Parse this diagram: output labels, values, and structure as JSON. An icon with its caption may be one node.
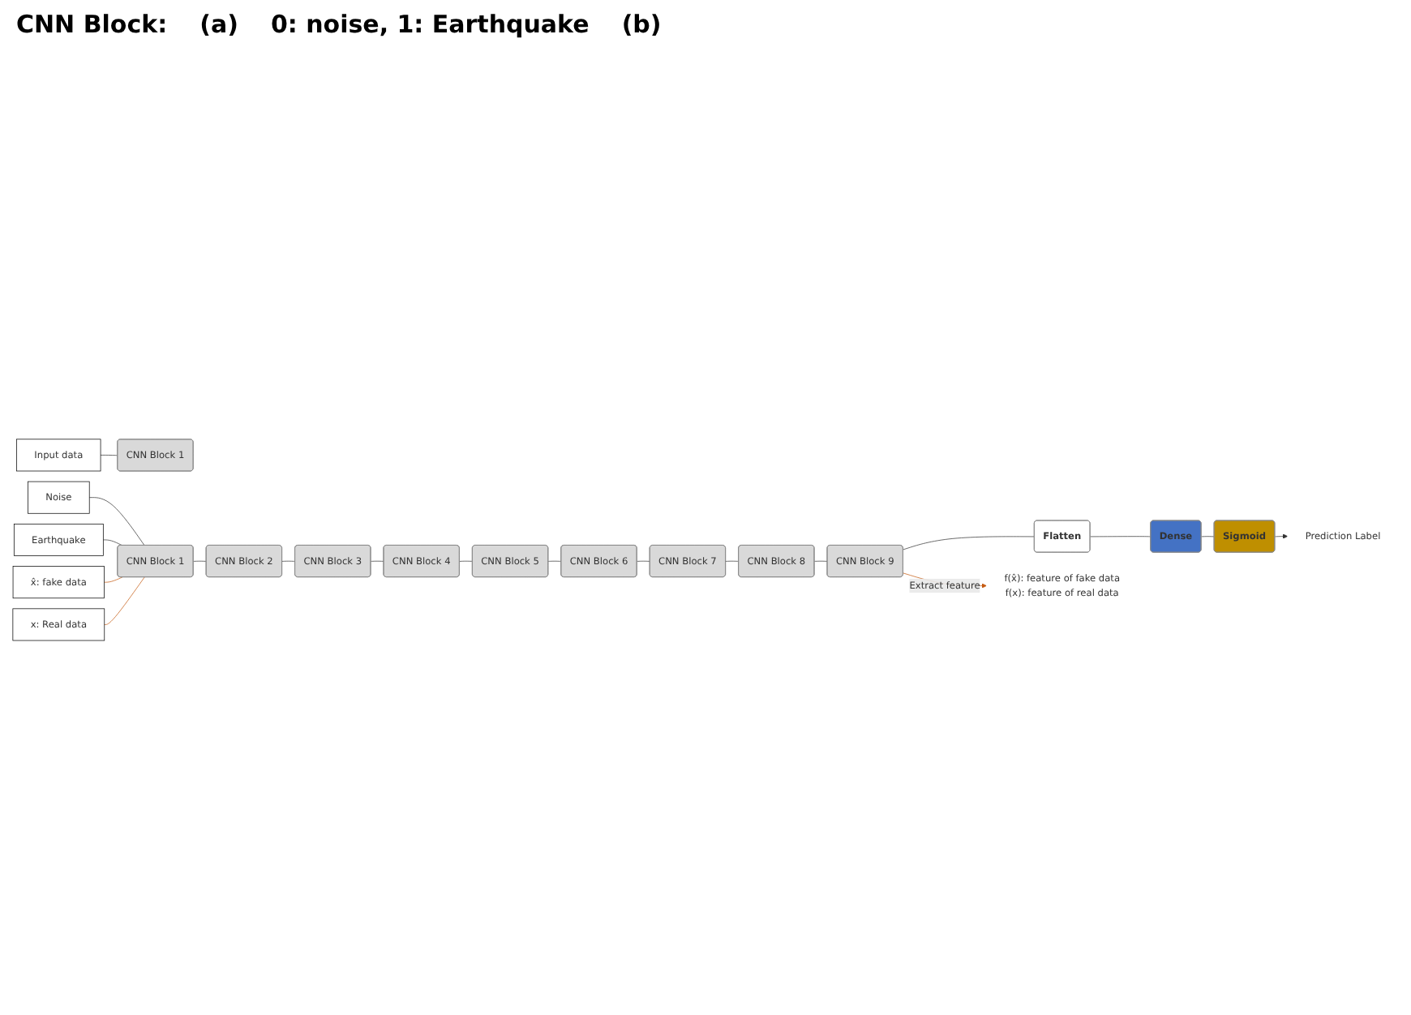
{
  "diagram": {
    "nodes": [
      {
        "text": [
          "Input data"
        ]
      },
      {
        "text": [
          "CNN Block 1"
        ]
      },
      {
        "text": [
          "Noise"
        ]
      },
      {
        "text": [
          "Earthquake"
        ]
      },
      {
        "text": [
          "CNN Block 1"
        ]
      },
      {
        "text": [
          "CNN Block 2"
        ]
      },
      {
        "text": [
          "CNN Block 3"
        ]
      },
      {
        "text": [
          "CNN Block 4"
        ]
      },
      {
        "text": [
          "CNN Block 5"
        ]
      },
      {
        "text": [
          "CNN Block 6"
        ]
      },
      {
        "text": [
          "CNN Block 7"
        ]
      },
      {
        "text": [
          "CNN Block 8"
        ]
      },
      {
        "text": [
          "CNN Block 9"
        ]
      },
      {
        "text": [
          "Flatten"
        ]
      },
      {
        "text": [
          "Dense"
        ]
      },
      {
        "text": [
          "Sigmoid"
        ]
      },
      {
        "text": [
          "Prediction Label"
        ]
      },
      {
        "text": [
          "x̂: fake data"
        ]
      },
      {
        "text": [
          "x: Real data"
        ]
      },
      {
        "text": [
          "f(x̂): feature of fake data",
          "f(x): feature of real data"
        ]
      }
    ],
    "edges": [
      {
        "from": 0,
        "to": 1,
        "arrow": "none"
      },
      {
        "from": 2,
        "to": 4,
        "arrow": "none"
      },
      {
        "from": 3,
        "to": 4,
        "arrow": "none"
      },
      {
        "from": 4,
        "to": 5,
        "arrow": "none"
      },
      {
        "from": 5,
        "to": 6,
        "arrow": "none"
      },
      {
        "from": 6,
        "to": 7,
        "arrow": "none"
      },
      {
        "from": 7,
        "to": 8,
        "arrow": "none"
      },
      {
        "from": 8,
        "to": 9,
        "arrow": "none"
      },
      {
        "from": 9,
        "to": 10,
        "arrow": "none"
      },
      {
        "from": 10,
        "to": 11,
        "arrow": "none"
      },
      {
        "from": 11,
        "to": 12,
        "arrow": "none"
      },
      {
        "from": 12,
        "to": 13,
        "arrow": "none"
      },
      {
        "from": 13,
        "to": 14,
        "arrow": "none"
      },
      {
        "from": 14,
        "to": 15,
        "arrow": "none"
      },
      {
        "from": 15,
        "to": 16,
        "arrow": "to"
      },
      {
        "from": 17,
        "to": 4,
        "arrow": "none",
        "color": "#c55a11"
      },
      {
        "from": 18,
        "to": 4,
        "arrow": "none",
        "color": "#c55a11"
      },
      {
        "from": 12,
        "to": 19,
        "arrow": "to",
        "label": "Extract feature",
        "color": "#c55a11"
      }
    ],
    "labels": [
      "CNN Block:",
      "(a)",
      "0: noise, 1: Earthquake",
      "(b)"
    ]
  }
}
